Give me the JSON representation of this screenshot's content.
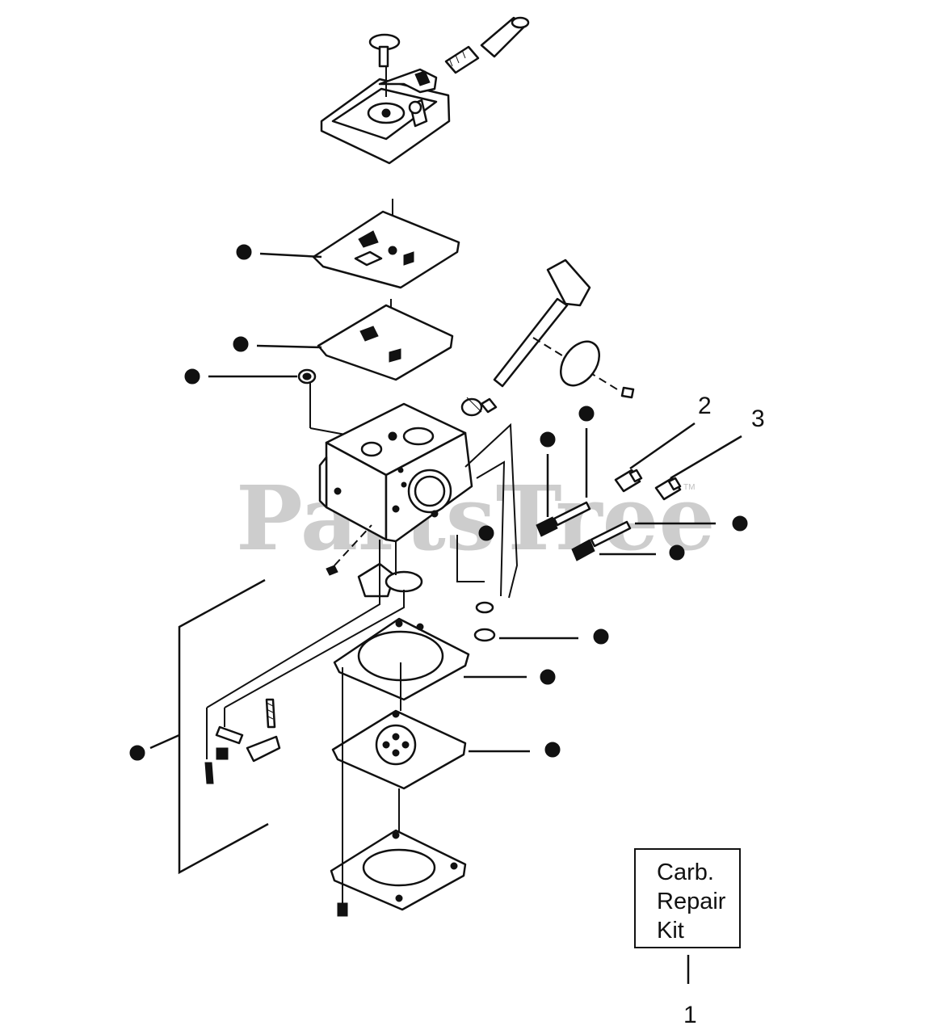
{
  "watermark": {
    "text": "PartsTree",
    "trademark": "TM"
  },
  "callouts": [
    {
      "id": "2",
      "label": "2"
    },
    {
      "id": "3",
      "label": "3"
    },
    {
      "id": "1",
      "label": "1"
    }
  ],
  "kit_box": {
    "line1": "Carb.",
    "line2": "Repair",
    "line3": "Kit"
  },
  "colors": {
    "ink": "#111111",
    "watermark": "#bdbdbd",
    "background": "#ffffff"
  }
}
